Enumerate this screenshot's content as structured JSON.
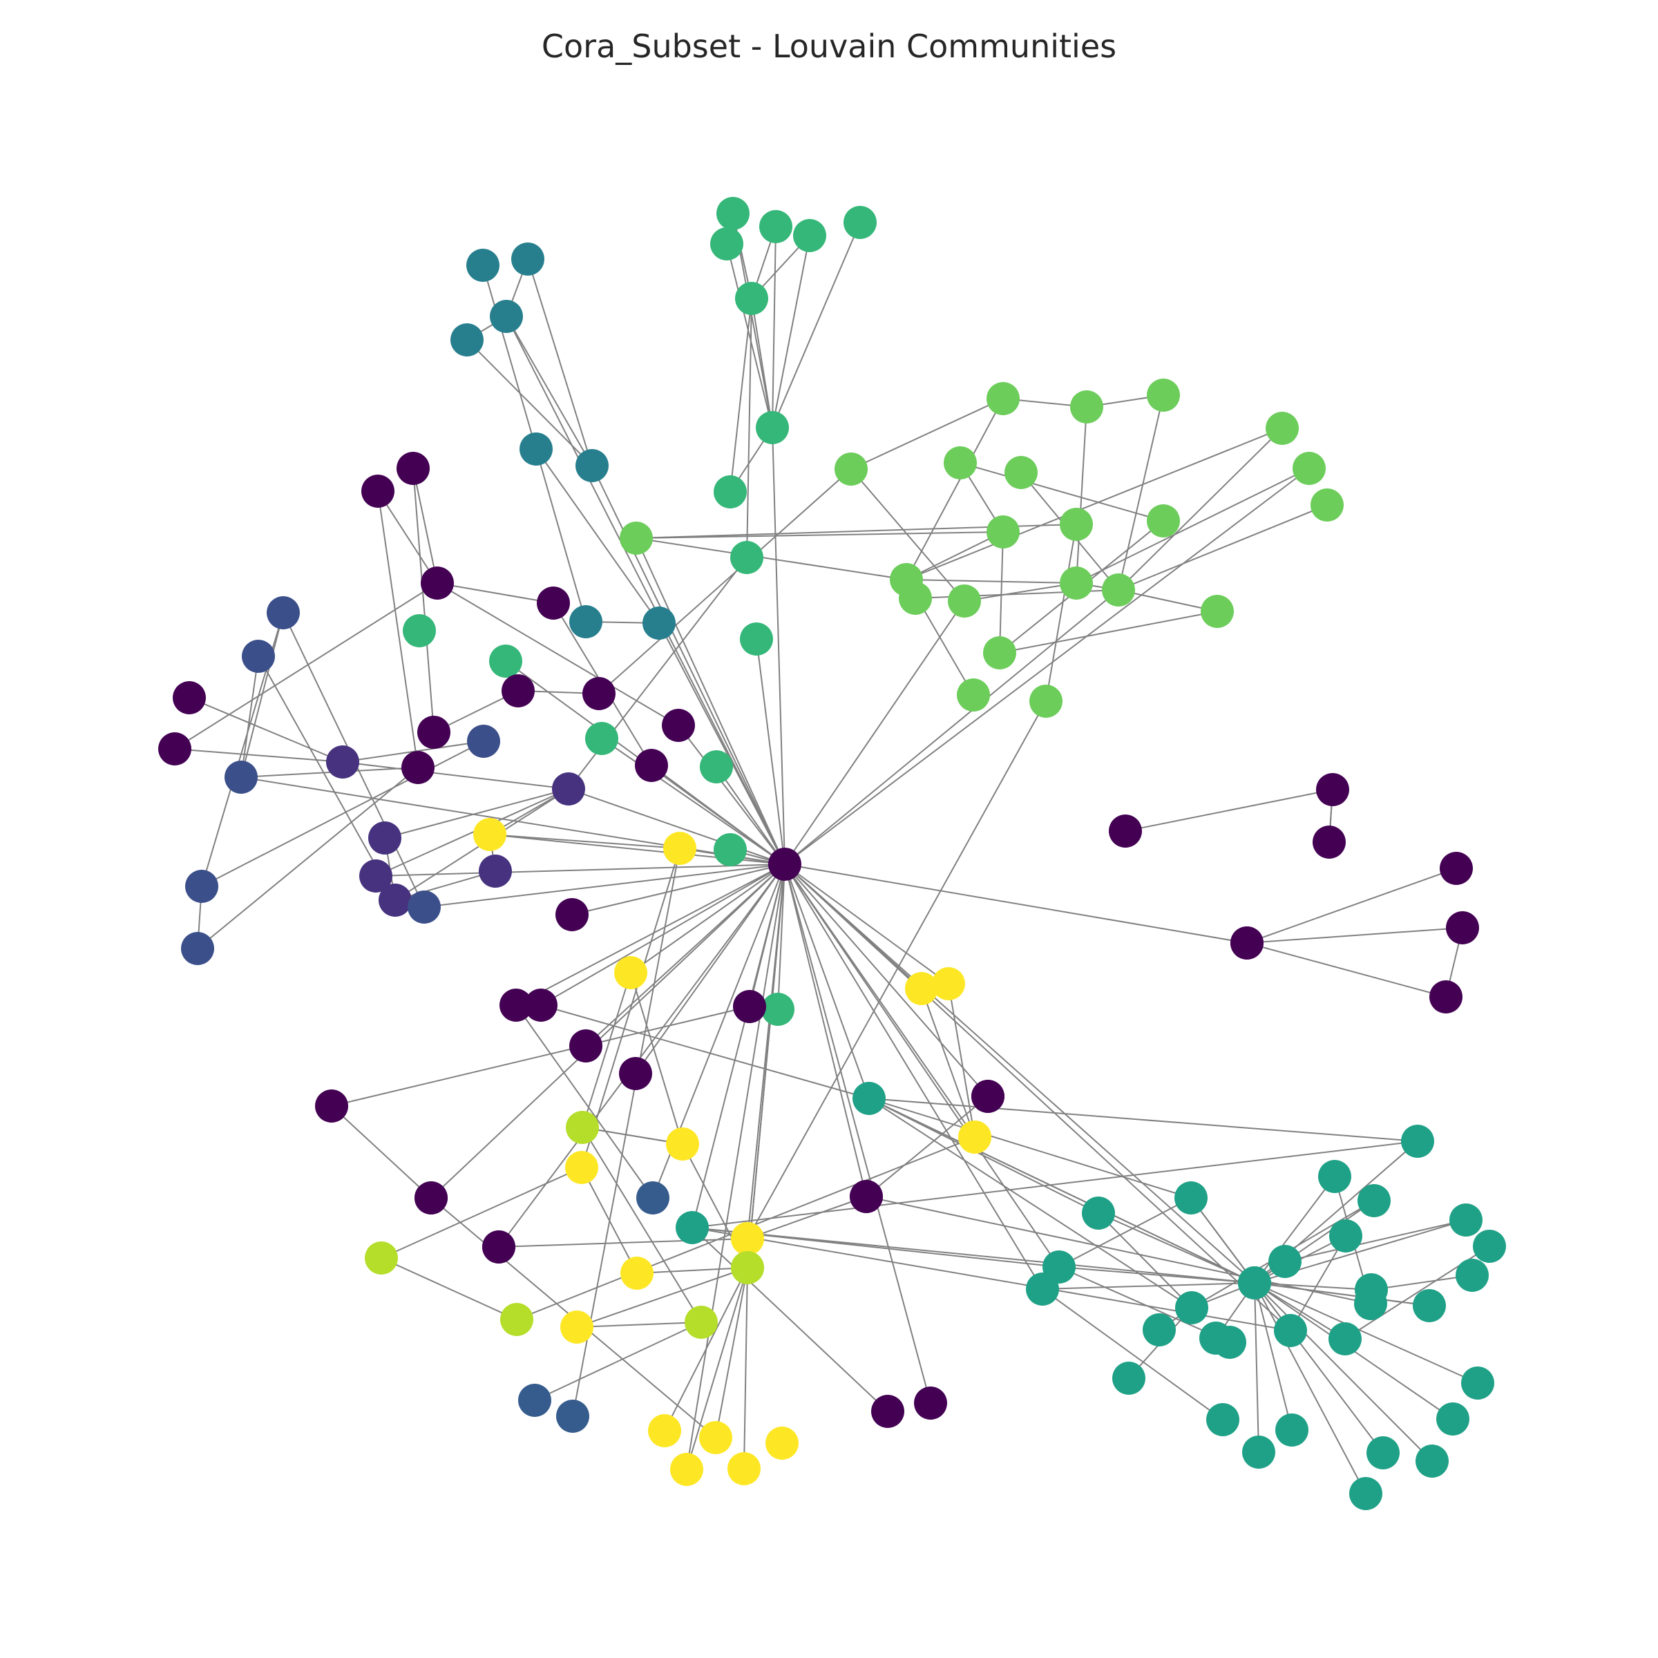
{
  "title": "Cora_Subset - Louvain Communities",
  "edge_color": "#808080",
  "communities": [
    {
      "id": "c0",
      "color": "#440154"
    },
    {
      "id": "c1",
      "color": "#46327e"
    },
    {
      "id": "c2",
      "color": "#365c8d"
    },
    {
      "id": "c3",
      "color": "#3b4f8a"
    },
    {
      "id": "c4",
      "color": "#277f8e"
    },
    {
      "id": "c5",
      "color": "#1fa187"
    },
    {
      "id": "c6",
      "color": "#35b779"
    },
    {
      "id": "c7",
      "color": "#6ccd5a"
    },
    {
      "id": "c8",
      "color": "#b5de2b"
    },
    {
      "id": "c9",
      "color": "#fde725"
    }
  ],
  "nodes": [
    {
      "id": "hub",
      "community": "c0"
    },
    {
      "id": "n_g1",
      "community": "c6"
    },
    {
      "id": "n_g2",
      "community": "c6"
    },
    {
      "id": "n_g3",
      "community": "c6"
    },
    {
      "id": "n_g4",
      "community": "c6"
    },
    {
      "id": "n_g5",
      "community": "c6"
    },
    {
      "id": "n_g6",
      "community": "c6"
    },
    {
      "id": "n_g7",
      "community": "c6"
    },
    {
      "id": "n_g8",
      "community": "c6"
    },
    {
      "id": "n_g9",
      "community": "c6"
    },
    {
      "id": "n_g10",
      "community": "c6"
    },
    {
      "id": "n_g11",
      "community": "c6"
    },
    {
      "id": "n_g12",
      "community": "c6"
    },
    {
      "id": "n_g13",
      "community": "c6"
    },
    {
      "id": "n_g14",
      "community": "c6"
    },
    {
      "id": "n_g15",
      "community": "c6"
    },
    {
      "id": "n_g16",
      "community": "c6"
    },
    {
      "id": "n_t1",
      "community": "c4"
    },
    {
      "id": "n_t2",
      "community": "c4"
    },
    {
      "id": "n_t3",
      "community": "c4"
    },
    {
      "id": "n_t4",
      "community": "c4"
    },
    {
      "id": "n_t5",
      "community": "c4"
    },
    {
      "id": "n_t6",
      "community": "c4"
    },
    {
      "id": "n_t7",
      "community": "c4"
    },
    {
      "id": "n_t8",
      "community": "c4"
    },
    {
      "id": "n_l1",
      "community": "c7"
    },
    {
      "id": "n_l2",
      "community": "c7"
    },
    {
      "id": "n_l3",
      "community": "c7"
    },
    {
      "id": "n_l4",
      "community": "c7"
    },
    {
      "id": "n_l5",
      "community": "c7"
    },
    {
      "id": "n_l6",
      "community": "c7"
    },
    {
      "id": "n_l7",
      "community": "c7"
    },
    {
      "id": "n_l8",
      "community": "c7"
    },
    {
      "id": "n_l9",
      "community": "c7"
    },
    {
      "id": "n_l10",
      "community": "c7"
    },
    {
      "id": "n_l11",
      "community": "c7"
    },
    {
      "id": "n_l12",
      "community": "c7"
    },
    {
      "id": "n_l13",
      "community": "c7"
    },
    {
      "id": "n_l14",
      "community": "c7"
    },
    {
      "id": "n_l15",
      "community": "c7"
    },
    {
      "id": "n_l16",
      "community": "c7"
    },
    {
      "id": "n_l17",
      "community": "c7"
    },
    {
      "id": "n_l18",
      "community": "c7"
    },
    {
      "id": "n_l19",
      "community": "c7"
    },
    {
      "id": "n_l20",
      "community": "c7"
    },
    {
      "id": "n_l21",
      "community": "c7"
    },
    {
      "id": "n_l22",
      "community": "c7"
    },
    {
      "id": "n_p1",
      "community": "c0"
    },
    {
      "id": "n_p2",
      "community": "c0"
    },
    {
      "id": "n_p3",
      "community": "c0"
    },
    {
      "id": "n_p4",
      "community": "c0"
    },
    {
      "id": "n_p5",
      "community": "c0"
    },
    {
      "id": "n_p6",
      "community": "c0"
    },
    {
      "id": "n_p7",
      "community": "c0"
    },
    {
      "id": "n_p8",
      "community": "c0"
    },
    {
      "id": "n_p9",
      "community": "c0"
    },
    {
      "id": "n_p10",
      "community": "c0"
    },
    {
      "id": "n_p11",
      "community": "c0"
    },
    {
      "id": "n_p12",
      "community": "c0"
    },
    {
      "id": "n_p13",
      "community": "c0"
    },
    {
      "id": "n_p14",
      "community": "c0"
    },
    {
      "id": "n_p15",
      "community": "c0"
    },
    {
      "id": "n_p16",
      "community": "c0"
    },
    {
      "id": "n_p17",
      "community": "c0"
    },
    {
      "id": "n_p18",
      "community": "c0"
    },
    {
      "id": "n_p19",
      "community": "c0"
    },
    {
      "id": "n_p20",
      "community": "c0"
    },
    {
      "id": "n_p21",
      "community": "c0"
    },
    {
      "id": "n_p22",
      "community": "c0"
    },
    {
      "id": "n_p23",
      "community": "c0"
    },
    {
      "id": "n_p24",
      "community": "c0"
    },
    {
      "id": "n_p25",
      "community": "c0"
    },
    {
      "id": "n_p26",
      "community": "c0"
    },
    {
      "id": "n_p27",
      "community": "c0"
    },
    {
      "id": "n_p28",
      "community": "c0"
    },
    {
      "id": "n_p29",
      "community": "c0"
    },
    {
      "id": "n_p30",
      "community": "c0"
    },
    {
      "id": "n_p31",
      "community": "c0"
    },
    {
      "id": "n_p32",
      "community": "c0"
    },
    {
      "id": "n_p33",
      "community": "c0"
    },
    {
      "id": "n_p34",
      "community": "c0"
    },
    {
      "id": "n_p35",
      "community": "c0"
    },
    {
      "id": "n_p36",
      "community": "c0"
    },
    {
      "id": "n_p37",
      "community": "c0"
    },
    {
      "id": "n_i1",
      "community": "c1"
    },
    {
      "id": "n_i2",
      "community": "c1"
    },
    {
      "id": "n_i3",
      "community": "c1"
    },
    {
      "id": "n_i4",
      "community": "c1"
    },
    {
      "id": "n_i5",
      "community": "c1"
    },
    {
      "id": "n_i6",
      "community": "c1"
    },
    {
      "id": "n_b1",
      "community": "c3"
    },
    {
      "id": "n_b2",
      "community": "c3"
    },
    {
      "id": "n_b3",
      "community": "c3"
    },
    {
      "id": "n_b4",
      "community": "c3"
    },
    {
      "id": "n_b5",
      "community": "c3"
    },
    {
      "id": "n_b6",
      "community": "c3"
    },
    {
      "id": "n_b7",
      "community": "c3"
    },
    {
      "id": "n_y1",
      "community": "c9"
    },
    {
      "id": "n_y2",
      "community": "c9"
    },
    {
      "id": "n_y3",
      "community": "c9"
    },
    {
      "id": "n_y4",
      "community": "c9"
    },
    {
      "id": "n_y5",
      "community": "c9"
    },
    {
      "id": "n_y6",
      "community": "c9"
    },
    {
      "id": "n_y7",
      "community": "c9"
    },
    {
      "id": "n_y8",
      "community": "c9"
    },
    {
      "id": "n_y9",
      "community": "c9"
    },
    {
      "id": "n_y10",
      "community": "c9"
    },
    {
      "id": "n_y11",
      "community": "c9"
    },
    {
      "id": "n_y12",
      "community": "c9"
    },
    {
      "id": "n_y13",
      "community": "c9"
    },
    {
      "id": "n_y14",
      "community": "c9"
    },
    {
      "id": "n_y15",
      "community": "c9"
    },
    {
      "id": "n_y16",
      "community": "c9"
    },
    {
      "id": "n_y17",
      "community": "c9"
    },
    {
      "id": "n_y18",
      "community": "c9"
    },
    {
      "id": "n_lg1",
      "community": "c8"
    },
    {
      "id": "n_lg2",
      "community": "c8"
    },
    {
      "id": "n_lg3",
      "community": "c8"
    },
    {
      "id": "n_lg4",
      "community": "c8"
    },
    {
      "id": "n_lg5",
      "community": "c8"
    },
    {
      "id": "n_lg6",
      "community": "c8"
    },
    {
      "id": "n_s1",
      "community": "c2"
    },
    {
      "id": "n_s2",
      "community": "c2"
    },
    {
      "id": "n_s3",
      "community": "c2"
    },
    {
      "id": "n_e1",
      "community": "c5"
    },
    {
      "id": "n_e2",
      "community": "c5"
    },
    {
      "id": "n_e3",
      "community": "c5"
    },
    {
      "id": "n_e4",
      "community": "c5"
    },
    {
      "id": "n_e5",
      "community": "c5"
    },
    {
      "id": "n_e6",
      "community": "c5"
    },
    {
      "id": "n_e7",
      "community": "c5"
    },
    {
      "id": "n_e8",
      "community": "c5"
    },
    {
      "id": "n_e9",
      "community": "c5"
    },
    {
      "id": "n_e10",
      "community": "c5"
    },
    {
      "id": "n_e11",
      "community": "c5"
    },
    {
      "id": "n_e12",
      "community": "c5"
    },
    {
      "id": "n_e13",
      "community": "c5"
    },
    {
      "id": "n_e14",
      "community": "c5"
    },
    {
      "id": "n_e15",
      "community": "c5"
    },
    {
      "id": "n_e16",
      "community": "c5"
    },
    {
      "id": "n_e17",
      "community": "c5"
    },
    {
      "id": "n_e18",
      "community": "c5"
    },
    {
      "id": "n_e19",
      "community": "c5"
    },
    {
      "id": "n_e20",
      "community": "c5"
    },
    {
      "id": "n_e21",
      "community": "c5"
    },
    {
      "id": "n_e22",
      "community": "c5"
    },
    {
      "id": "n_e23",
      "community": "c5"
    },
    {
      "id": "n_e24",
      "community": "c5"
    },
    {
      "id": "n_e25",
      "community": "c5"
    },
    {
      "id": "n_e26",
      "community": "c5"
    },
    {
      "id": "n_e27",
      "community": "c5"
    },
    {
      "id": "n_e28",
      "community": "c5"
    },
    {
      "id": "n_e29",
      "community": "c5"
    },
    {
      "id": "n_e30",
      "community": "c5"
    },
    {
      "id": "n_e31",
      "community": "c5"
    },
    {
      "id": "n_e32",
      "community": "c5"
    },
    {
      "id": "n_e33",
      "community": "c5"
    },
    {
      "id": "n_e34",
      "community": "c5"
    }
  ],
  "edges": [
    [
      "hub",
      "n_g10"
    ],
    [
      "hub",
      "n_g11"
    ],
    [
      "hub",
      "n_g12"
    ],
    [
      "hub",
      "n_g13"
    ],
    [
      "hub",
      "n_g14"
    ],
    [
      "hub",
      "n_g15"
    ],
    [
      "hub",
      "n_g7"
    ],
    [
      "hub",
      "n_t6"
    ],
    [
      "hub",
      "n_t8"
    ],
    [
      "hub",
      "n_t3"
    ],
    [
      "hub",
      "n_l8"
    ],
    [
      "hub",
      "n_l14"
    ],
    [
      "hub",
      "n_l16"
    ],
    [
      "hub",
      "n_l21"
    ],
    [
      "hub",
      "n_p26"
    ],
    [
      "hub",
      "n_p25"
    ],
    [
      "hub",
      "n_p24"
    ],
    [
      "hub",
      "n_p14"
    ],
    [
      "hub",
      "n_p16"
    ],
    [
      "hub",
      "n_p11"
    ],
    [
      "hub",
      "n_p12"
    ],
    [
      "hub",
      "n_p13"
    ],
    [
      "hub",
      "n_p15"
    ],
    [
      "hub",
      "n_p17"
    ],
    [
      "hub",
      "n_p19"
    ],
    [
      "hub",
      "n_p20"
    ],
    [
      "hub",
      "n_p31"
    ],
    [
      "hub",
      "n_y1"
    ],
    [
      "hub",
      "n_y2"
    ],
    [
      "hub",
      "n_y3"
    ],
    [
      "hub",
      "n_y4"
    ],
    [
      "hub",
      "n_y5"
    ],
    [
      "hub",
      "n_y7"
    ],
    [
      "hub",
      "n_y13"
    ],
    [
      "hub",
      "n_y14"
    ],
    [
      "hub",
      "n_i1"
    ],
    [
      "hub",
      "n_i4"
    ],
    [
      "hub",
      "n_b4"
    ],
    [
      "hub",
      "n_b5"
    ],
    [
      "hub",
      "n_s1"
    ],
    [
      "hub",
      "n_e1"
    ],
    [
      "hub",
      "n_e5"
    ],
    [
      "hub",
      "n_e7"
    ],
    [
      "hub",
      "n_e8"
    ],
    [
      "hub",
      "n_e9"
    ],
    [
      "hub",
      "n_e24"
    ],
    [
      "hub",
      "n_lg2"
    ],
    [
      "hub",
      "n_lg4"
    ],
    [
      "hub",
      "n_p34"
    ],
    [
      "n_g7",
      "n_g1"
    ],
    [
      "n_g7",
      "n_g2"
    ],
    [
      "n_g7",
      "n_g3"
    ],
    [
      "n_g7",
      "n_g4"
    ],
    [
      "n_g7",
      "n_g5"
    ],
    [
      "n_g7",
      "n_g6"
    ],
    [
      "n_g6",
      "n_g1"
    ],
    [
      "n_g6",
      "n_g2"
    ],
    [
      "n_g6",
      "n_g3"
    ],
    [
      "n_g7",
      "n_g8"
    ],
    [
      "n_g8",
      "n_g6"
    ],
    [
      "n_g9",
      "n_g6"
    ],
    [
      "n_t1",
      "n_t5"
    ],
    [
      "n_t2",
      "n_t3"
    ],
    [
      "n_t3",
      "n_t4"
    ],
    [
      "n_t3",
      "n_t6"
    ],
    [
      "n_t4",
      "n_t6"
    ],
    [
      "n_t2",
      "n_t6"
    ],
    [
      "n_t5",
      "n_t7"
    ],
    [
      "n_t7",
      "n_t8"
    ],
    [
      "n_t8",
      "n_t5"
    ],
    [
      "n_l1",
      "n_l2"
    ],
    [
      "n_l2",
      "n_l3"
    ],
    [
      "n_l1",
      "n_l7"
    ],
    [
      "n_l7",
      "n_l14"
    ],
    [
      "n_l1",
      "n_l12"
    ],
    [
      "n_l3",
      "n_l16"
    ],
    [
      "n_l2",
      "n_l15"
    ],
    [
      "n_l4",
      "n_l16"
    ],
    [
      "n_l4",
      "n_l12"
    ],
    [
      "n_l5",
      "n_l11"
    ],
    [
      "n_l6",
      "n_l16"
    ],
    [
      "n_l8",
      "n_l9"
    ],
    [
      "n_l8",
      "n_l10"
    ],
    [
      "n_l8",
      "n_l12"
    ],
    [
      "n_l9",
      "n_l12"
    ],
    [
      "n_l12",
      "n_l13"
    ],
    [
      "n_l12",
      "n_l15"
    ],
    [
      "n_l13",
      "n_l16"
    ],
    [
      "n_l14",
      "n_l15"
    ],
    [
      "n_l15",
      "n_l16"
    ],
    [
      "n_l16",
      "n_l17"
    ],
    [
      "n_l15",
      "n_l21"
    ],
    [
      "n_l16",
      "n_l22"
    ],
    [
      "n_l10",
      "n_l20"
    ],
    [
      "n_l11",
      "n_l18"
    ],
    [
      "n_l12",
      "n_l19"
    ],
    [
      "n_l7",
      "n_p7"
    ],
    [
      "n_l20",
      "n_y13"
    ],
    [
      "n_l5",
      "n_l9"
    ],
    [
      "n_l17",
      "n_l18"
    ],
    [
      "n_l9",
      "n_l18"
    ],
    [
      "n_p1",
      "n_p3"
    ],
    [
      "n_p2",
      "n_p3"
    ],
    [
      "n_p1",
      "n_p4"
    ],
    [
      "n_p2",
      "n_p5"
    ],
    [
      "n_p3",
      "n_p6"
    ],
    [
      "n_p3",
      "n_p11"
    ],
    [
      "n_p4",
      "n_p8"
    ],
    [
      "n_p8",
      "n_p7"
    ],
    [
      "n_p5",
      "n_b7"
    ],
    [
      "n_p6",
      "n_p12"
    ],
    [
      "n_p9",
      "n_i2"
    ],
    [
      "n_p10",
      "n_i2"
    ],
    [
      "n_p3",
      "n_p10"
    ],
    [
      "n_p21",
      "n_p22"
    ],
    [
      "n_p22",
      "n_p23"
    ],
    [
      "n_p27",
      "n_p28"
    ],
    [
      "n_p27",
      "n_p29"
    ],
    [
      "n_p27",
      "n_p30"
    ],
    [
      "n_p29",
      "n_p30"
    ],
    [
      "n_p31",
      "n_p27"
    ],
    [
      "n_p24",
      "n_p18"
    ],
    [
      "n_p19",
      "n_p18"
    ],
    [
      "n_p33",
      "n_e9"
    ],
    [
      "n_p32",
      "n_e25"
    ],
    [
      "n_p32",
      "n_y17"
    ],
    [
      "n_p35",
      "n_p26"
    ],
    [
      "n_p36",
      "n_y13"
    ],
    [
      "n_p37",
      "n_y12"
    ],
    [
      "n_p15",
      "n_e1"
    ],
    [
      "n_p22",
      "n_p23"
    ],
    [
      "n_p14",
      "n_s1"
    ],
    [
      "n_i1",
      "n_i2"
    ],
    [
      "n_i1",
      "n_i3"
    ],
    [
      "n_i1",
      "n_i4"
    ],
    [
      "n_i1",
      "n_i5"
    ],
    [
      "n_i3",
      "n_i5"
    ],
    [
      "n_i4",
      "n_i5"
    ],
    [
      "n_i5",
      "n_i6"
    ],
    [
      "n_i6",
      "n_y1"
    ],
    [
      "n_i2",
      "n_b3"
    ],
    [
      "n_i1",
      "n_g9"
    ],
    [
      "n_i1",
      "n_y1"
    ],
    [
      "n_i5",
      "n_b2"
    ],
    [
      "n_b1",
      "n_b4"
    ],
    [
      "n_b2",
      "n_b4"
    ],
    [
      "n_b3",
      "n_b6"
    ],
    [
      "n_b6",
      "n_b7"
    ],
    [
      "n_b6",
      "n_b1"
    ],
    [
      "n_b5",
      "n_i5"
    ],
    [
      "n_b1",
      "n_b5"
    ],
    [
      "n_b4",
      "n_p5"
    ],
    [
      "n_y1",
      "n_y2"
    ],
    [
      "n_y2",
      "n_y8"
    ],
    [
      "n_y3",
      "n_y6"
    ],
    [
      "n_y4",
      "n_y5"
    ],
    [
      "n_y4",
      "n_y7"
    ],
    [
      "n_y5",
      "n_y7"
    ],
    [
      "n_y6",
      "n_lg1"
    ],
    [
      "n_y8",
      "n_y9"
    ],
    [
      "n_y9",
      "n_lg2"
    ],
    [
      "n_y10",
      "n_lg4"
    ],
    [
      "n_y11",
      "n_lg4"
    ],
    [
      "n_y12",
      "n_lg4"
    ],
    [
      "n_y14",
      "n_lg4"
    ],
    [
      "n_y15",
      "n_lg4"
    ],
    [
      "n_lg1",
      "n_y6"
    ],
    [
      "n_lg1",
      "n_lg3"
    ],
    [
      "n_lg3",
      "n_y10"
    ],
    [
      "n_lg2",
      "n_y6"
    ],
    [
      "n_lg5",
      "n_y8"
    ],
    [
      "n_lg5",
      "n_lg6"
    ],
    [
      "n_lg6",
      "n_y7"
    ],
    [
      "n_lg3",
      "n_s2"
    ],
    [
      "n_y2",
      "n_s3"
    ],
    [
      "n_lg1",
      "n_y3"
    ],
    [
      "n_e1",
      "n_e2"
    ],
    [
      "n_e1",
      "n_e3"
    ],
    [
      "n_e1",
      "n_e4"
    ],
    [
      "n_e1",
      "n_e5"
    ],
    [
      "n_e1",
      "n_e6"
    ],
    [
      "n_e2",
      "n_e4"
    ],
    [
      "n_e3",
      "n_e4"
    ],
    [
      "n_e4",
      "n_e5"
    ],
    [
      "n_e4",
      "n_e6"
    ],
    [
      "n_e4",
      "n_e7"
    ],
    [
      "n_e4",
      "n_e8"
    ],
    [
      "n_e5",
      "n_e9"
    ],
    [
      "n_e5",
      "n_e10"
    ],
    [
      "n_e5",
      "n_e11"
    ],
    [
      "n_e5",
      "n_e12"
    ],
    [
      "n_e5",
      "n_e13"
    ],
    [
      "n_e5",
      "n_e14"
    ],
    [
      "n_e6",
      "n_e15"
    ],
    [
      "n_e6",
      "n_e16"
    ],
    [
      "n_e6",
      "n_e17"
    ],
    [
      "n_e7",
      "n_e18"
    ],
    [
      "n_e8",
      "n_e19"
    ],
    [
      "n_e9",
      "n_e20"
    ],
    [
      "n_e10",
      "n_e21"
    ],
    [
      "n_e11",
      "n_e22"
    ],
    [
      "n_e12",
      "n_e23"
    ],
    [
      "n_e13",
      "n_e24"
    ],
    [
      "n_e14",
      "n_e25"
    ],
    [
      "n_e26",
      "n_e4"
    ],
    [
      "n_e27",
      "n_e5"
    ],
    [
      "n_e28",
      "n_e4"
    ],
    [
      "n_e29",
      "n_e5"
    ],
    [
      "n_e30",
      "n_e5"
    ],
    [
      "n_e31",
      "n_e5"
    ],
    [
      "n_e32",
      "n_e5"
    ],
    [
      "n_e33",
      "n_e5"
    ],
    [
      "n_e34",
      "n_e4"
    ],
    [
      "n_e3",
      "n_e7"
    ],
    [
      "n_e7",
      "n_e9"
    ],
    [
      "n_e9",
      "n_e24"
    ],
    [
      "n_e24",
      "n_e3"
    ],
    [
      "n_e2",
      "n_e6"
    ],
    [
      "n_e15",
      "n_e5"
    ],
    [
      "n_e20",
      "n_e4"
    ],
    [
      "n_e21",
      "n_e4"
    ],
    [
      "n_e26",
      "n_e5"
    ],
    [
      "n_e1",
      "n_e20"
    ]
  ]
}
